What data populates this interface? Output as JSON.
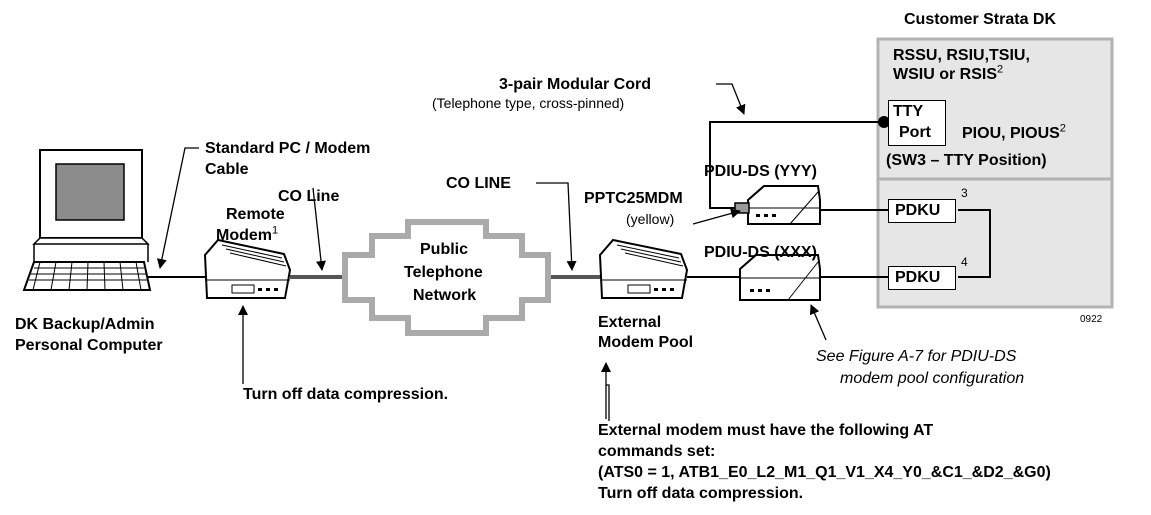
{
  "labels": {
    "customer": "Customer Strata DK",
    "rssu_line1": "RSSU, RSIU,TSIU,",
    "rssu_line2": "WSIU or RSIS",
    "rssu_sup": "2",
    "tty": "TTY",
    "port": "Port",
    "piou": "PIOU, PIOUS",
    "piou_sup": "2",
    "sw3": "(SW3 – TTY Position)",
    "pdku": "PDKU",
    "pdku_sup_a": "3",
    "pdku_sup_b": "4",
    "fig_id": "0922",
    "cord": "3-pair Modular Cord",
    "cord_sub": "(Telephone type, cross-pinned)",
    "pc_cable_1": "Standard PC / Modem",
    "pc_cable_2": "Cable",
    "co_line_left": "CO Line",
    "co_line_right": "CO LINE",
    "remote_1": "Remote",
    "remote_2": "Modem",
    "remote_sup": "1",
    "network_1": "Public",
    "network_2": "Telephone",
    "network_3": "Network",
    "pdiu_yyy": "PDIU-DS (YYY)",
    "pdiu_xxx": "PDIU-DS (XXX)",
    "pptc": "PPTC25MDM",
    "yellow": "(yellow)",
    "pc_1": "DK Backup/Admin",
    "pc_2": "Personal Computer",
    "ext_pool_1": "External",
    "ext_pool_2": "Modem Pool",
    "see_fig_1": "See Figure A-7 for PDIU-DS",
    "see_fig_2": "modem pool configuration",
    "compress_remote": "Turn off data compression.",
    "at_1": "External modem must have the following AT",
    "at_2": "commands set:",
    "at_3": "(ATS0 = 1, ATB1_E0_L2_M1_Q1_V1_X4_Y0_&C1_&D2_&G0)",
    "at_4": "Turn off data compression."
  },
  "colors": {
    "panel_fill": "#e6e6e6",
    "panel_border": "#b3b3b3",
    "monitor_screen": "#8c8c8c",
    "line": "#000000"
  },
  "icons": [
    "computer-icon",
    "modem-icon",
    "cloud-network-icon",
    "pdiu-icon",
    "connector-icon"
  ]
}
